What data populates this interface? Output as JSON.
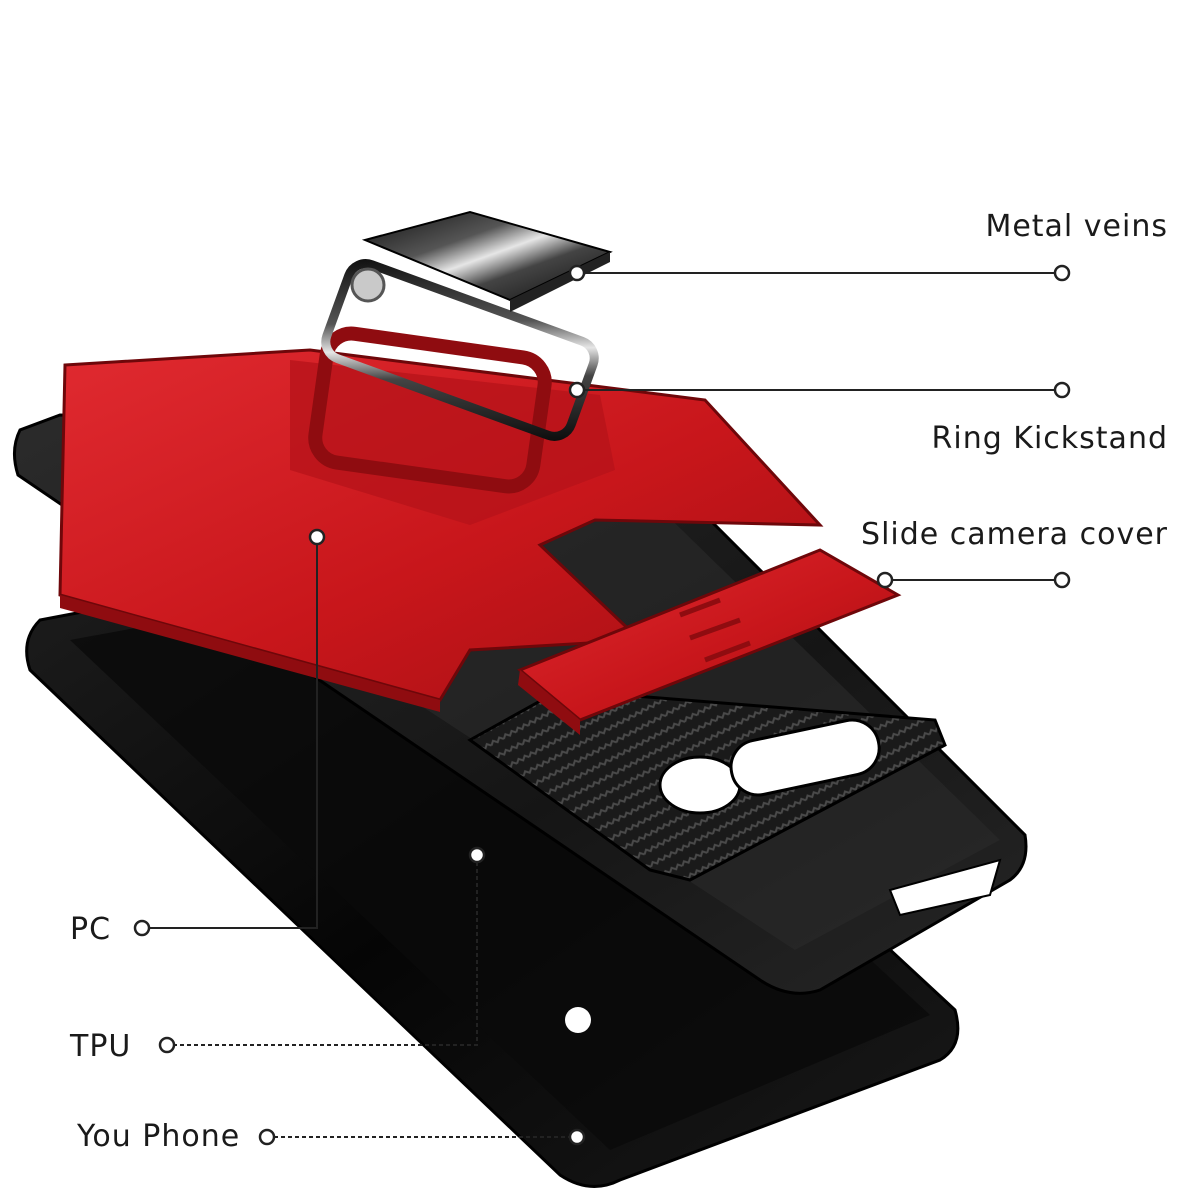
{
  "colors": {
    "case_red": "#c8161b",
    "case_red_dark": "#8f0c10",
    "case_red_light": "#e23036",
    "case_black": "#1c1c1c",
    "phone_black": "#0d0d0d",
    "callout_line": "#222222"
  },
  "callouts": [
    {
      "key": "metal_veins",
      "label": "Metal veins",
      "style": "solid"
    },
    {
      "key": "ring_kickstand",
      "label": "Ring Kickstand",
      "style": "solid"
    },
    {
      "key": "slide_camera_cover",
      "label": "Slide camera cover",
      "style": "solid"
    },
    {
      "key": "pc",
      "label": "PC",
      "style": "solid"
    },
    {
      "key": "tpu",
      "label": "TPU",
      "style": "dashed"
    },
    {
      "key": "you_phone",
      "label": "You Phone",
      "style": "dashed"
    }
  ],
  "icons": {
    "metal_plate": "metal-plate-icon",
    "ring": "ring-kickstand-icon",
    "slider": "camera-slider-icon"
  }
}
